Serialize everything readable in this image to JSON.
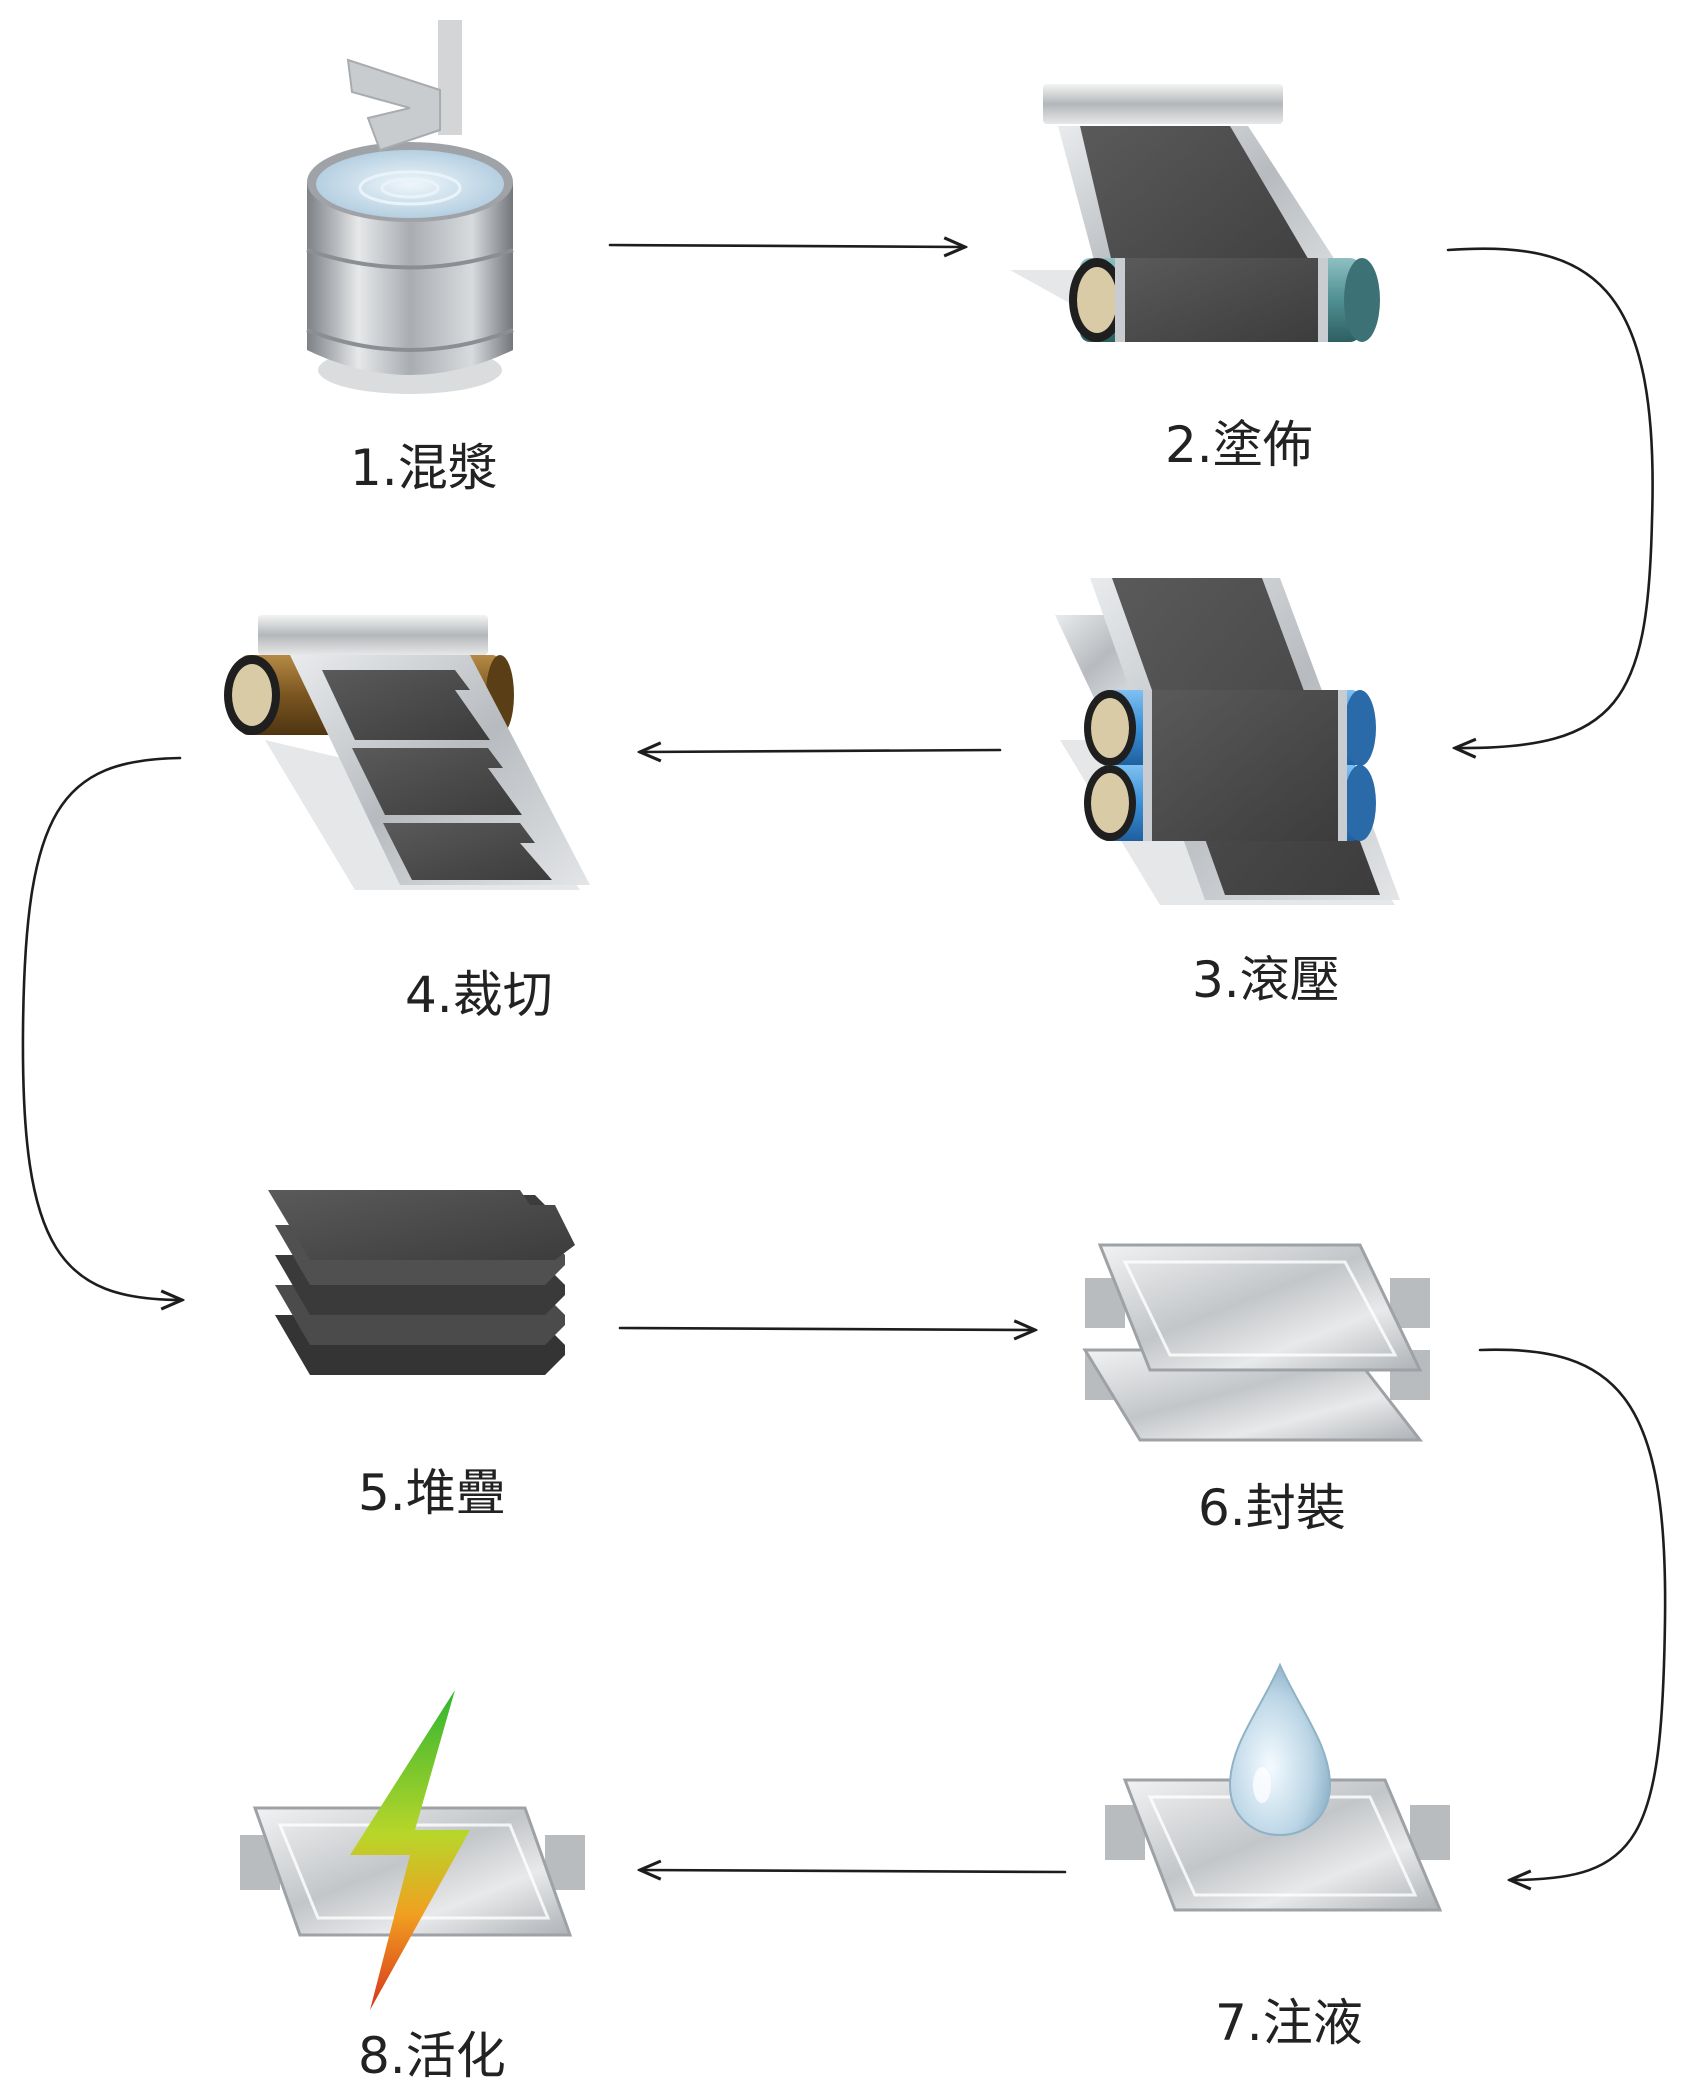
{
  "steps": [
    {
      "label": "1.混漿",
      "icon": "mixing-tank-icon"
    },
    {
      "label": "2.塗佈",
      "icon": "coating-roll-icon"
    },
    {
      "label": "3.滾壓",
      "icon": "rolling-press-icon"
    },
    {
      "label": "4.裁切",
      "icon": "cutting-roll-icon"
    },
    {
      "label": "5.堆疊",
      "icon": "stacked-electrodes-icon"
    },
    {
      "label": "6.封裝",
      "icon": "pouch-packaging-icon"
    },
    {
      "label": "7.注液",
      "icon": "electrolyte-drop-icon"
    },
    {
      "label": "8.活化",
      "icon": "lightning-cell-icon"
    }
  ],
  "colors": {
    "electrode": "#4a4a4a",
    "foil": "#c9ccd0",
    "roller_teal": "#4f8f92",
    "roller_blue": "#3a8fd6",
    "roller_brown": "#7a5520",
    "roller_core": "#d9cba6",
    "bolt_top": "#2fb52f",
    "bolt_bottom": "#d8341c",
    "drop": "#bcd6e6",
    "arrow": "#1d1d1d"
  }
}
